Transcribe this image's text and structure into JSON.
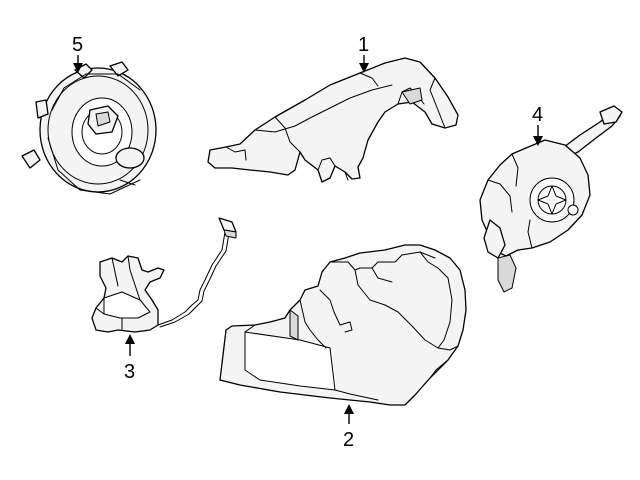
{
  "callouts": [
    {
      "id": "1",
      "label": "1"
    },
    {
      "id": "2",
      "label": "2"
    },
    {
      "id": "3",
      "label": "3"
    },
    {
      "id": "4",
      "label": "4"
    },
    {
      "id": "5",
      "label": "5"
    }
  ],
  "colors": {
    "line": "#000000",
    "fill": "#f4f4f4",
    "shade": "#d9d9d9",
    "background": "#ffffff"
  }
}
